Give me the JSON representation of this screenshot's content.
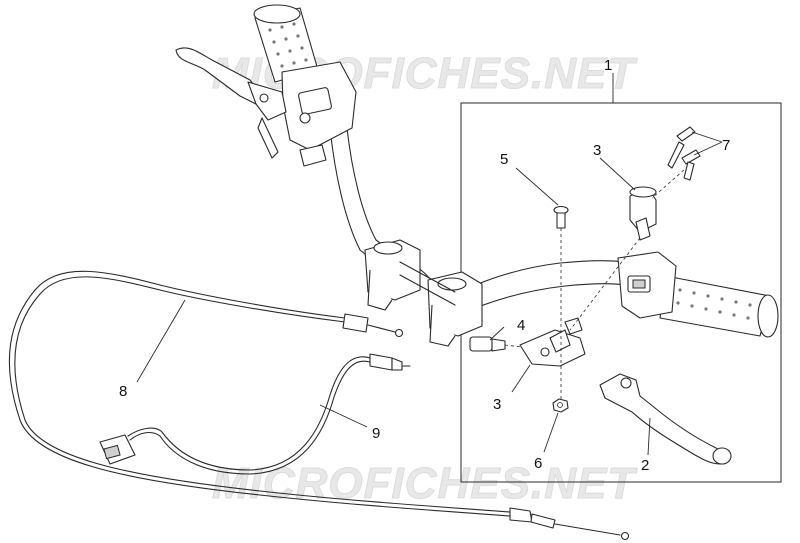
{
  "watermark": {
    "text": "MICROFICHES.NET"
  },
  "callouts": [
    {
      "id": "callout-1",
      "label": "1"
    },
    {
      "id": "callout-2",
      "label": "2"
    },
    {
      "id": "callout-3-upper",
      "label": "3"
    },
    {
      "id": "callout-3-lower",
      "label": "3"
    },
    {
      "id": "callout-4",
      "label": "4"
    },
    {
      "id": "callout-5",
      "label": "5"
    },
    {
      "id": "callout-6",
      "label": "6"
    },
    {
      "id": "callout-7",
      "label": "7"
    },
    {
      "id": "callout-8",
      "label": "8"
    },
    {
      "id": "callout-9",
      "label": "9"
    }
  ]
}
